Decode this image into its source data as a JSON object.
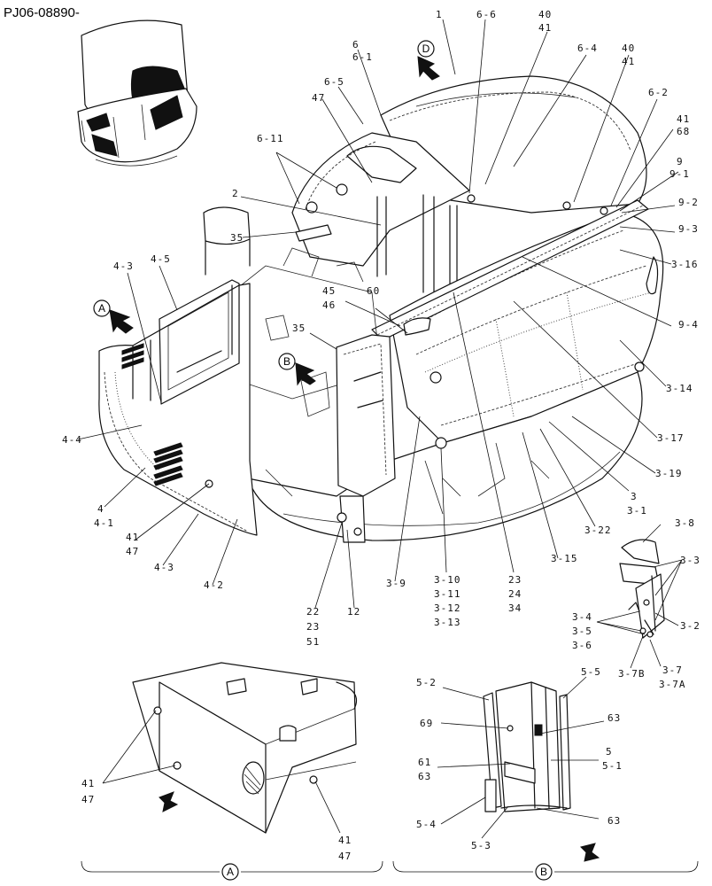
{
  "doc_code": "PJ06-08890-",
  "views": {
    "a": "A",
    "b": "B",
    "d": "D"
  },
  "callouts": [
    {
      "id": "c1",
      "lines": [
        "1"
      ]
    },
    {
      "id": "c66",
      "lines": [
        "6-6"
      ]
    },
    {
      "id": "c4041a",
      "lines": [
        "40",
        "41"
      ]
    },
    {
      "id": "c661",
      "lines": [
        "6",
        "6-1"
      ]
    },
    {
      "id": "c64",
      "lines": [
        "6-4"
      ]
    },
    {
      "id": "c4041b",
      "lines": [
        "40",
        "41"
      ]
    },
    {
      "id": "c65",
      "lines": [
        "6-5"
      ]
    },
    {
      "id": "c62",
      "lines": [
        "6-2"
      ]
    },
    {
      "id": "c47t",
      "lines": [
        "47"
      ]
    },
    {
      "id": "c4168",
      "lines": [
        "41",
        "68"
      ]
    },
    {
      "id": "c611",
      "lines": [
        "6-11"
      ]
    },
    {
      "id": "c991",
      "lines": [
        "9",
        "9-1"
      ]
    },
    {
      "id": "c92",
      "lines": [
        "9-2"
      ]
    },
    {
      "id": "c2",
      "lines": [
        "2"
      ]
    },
    {
      "id": "c93",
      "lines": [
        "9-3"
      ]
    },
    {
      "id": "c35a",
      "lines": [
        "35"
      ]
    },
    {
      "id": "c43a",
      "lines": [
        "4-3"
      ]
    },
    {
      "id": "c45",
      "lines": [
        "4-5"
      ]
    },
    {
      "id": "c316",
      "lines": [
        "3-16"
      ]
    },
    {
      "id": "c4546",
      "lines": [
        "45",
        "46"
      ]
    },
    {
      "id": "c60",
      "lines": [
        "60"
      ]
    },
    {
      "id": "c94",
      "lines": [
        "9-4"
      ]
    },
    {
      "id": "c35b",
      "lines": [
        "35"
      ]
    },
    {
      "id": "c314",
      "lines": [
        "3-14"
      ]
    },
    {
      "id": "c44",
      "lines": [
        "4-4"
      ]
    },
    {
      "id": "c317",
      "lines": [
        "3-17"
      ]
    },
    {
      "id": "c319",
      "lines": [
        "3-19"
      ]
    },
    {
      "id": "c441",
      "lines": [
        "4",
        "4-1"
      ]
    },
    {
      "id": "c31",
      "lines": [
        "3",
        "3-1"
      ]
    },
    {
      "id": "c38",
      "lines": [
        "3-8"
      ]
    },
    {
      "id": "c4147a",
      "lines": [
        "41",
        "47"
      ]
    },
    {
      "id": "c322",
      "lines": [
        "3-22"
      ]
    },
    {
      "id": "c43b",
      "lines": [
        "4-3"
      ]
    },
    {
      "id": "c315",
      "lines": [
        "3-15"
      ]
    },
    {
      "id": "c33",
      "lines": [
        "3-3"
      ]
    },
    {
      "id": "c42",
      "lines": [
        "4-2"
      ]
    },
    {
      "id": "c39",
      "lines": [
        "3-9"
      ]
    },
    {
      "id": "c310",
      "lines": [
        "3-10",
        "3-11",
        "3-12",
        "3-13"
      ]
    },
    {
      "id": "c232434",
      "lines": [
        "23",
        "24",
        "34"
      ]
    },
    {
      "id": "c22",
      "lines": [
        "22",
        "23",
        "51"
      ]
    },
    {
      "id": "c12",
      "lines": [
        "12"
      ]
    },
    {
      "id": "c346",
      "lines": [
        "3-4",
        "3-5",
        "3-6"
      ]
    },
    {
      "id": "c32",
      "lines": [
        "3-2"
      ]
    },
    {
      "id": "c37b",
      "lines": [
        "3-7B"
      ]
    },
    {
      "id": "c37",
      "lines": [
        "3-7",
        "3-7A"
      ]
    },
    {
      "id": "c52",
      "lines": [
        "5-2"
      ]
    },
    {
      "id": "c55",
      "lines": [
        "5-5"
      ]
    },
    {
      "id": "c69",
      "lines": [
        "69"
      ]
    },
    {
      "id": "c63a",
      "lines": [
        "63"
      ]
    },
    {
      "id": "c6163",
      "lines": [
        "61",
        "63"
      ]
    },
    {
      "id": "c551",
      "lines": [
        "5",
        "5-1"
      ]
    },
    {
      "id": "c4147b",
      "lines": [
        "41",
        "47"
      ]
    },
    {
      "id": "c54",
      "lines": [
        "5-4"
      ]
    },
    {
      "id": "c63b",
      "lines": [
        "63"
      ]
    },
    {
      "id": "c53",
      "lines": [
        "5-3"
      ]
    },
    {
      "id": "c4147c",
      "lines": [
        "41",
        "47"
      ]
    }
  ]
}
